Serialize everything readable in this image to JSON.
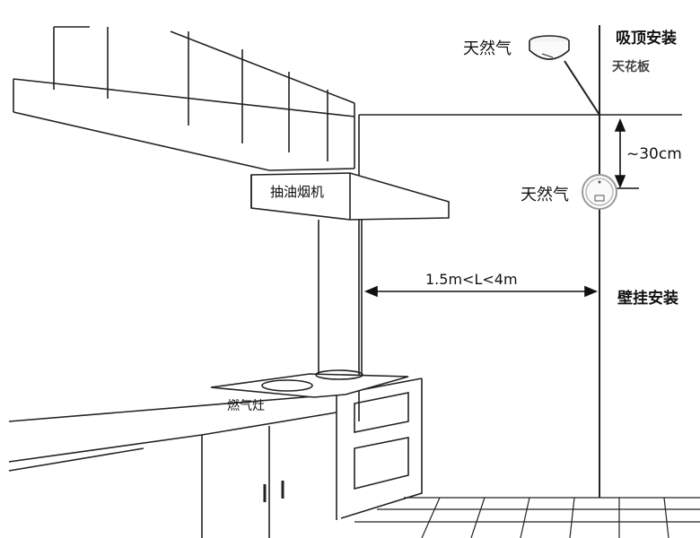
{
  "labels": {
    "ceiling_detector": "天然气",
    "ceiling_mount": "吸顶安装",
    "ceiling": "天花板",
    "distance_ceiling": "~30cm",
    "wall_detector": "天然气",
    "range_hood": "抽油烟机",
    "distance_range": "1.5m<L<4m",
    "wall_mount": "壁挂安装",
    "gas_stove": "燃气灶"
  },
  "icons": [
    "ceiling-gas-detector-icon",
    "wall-gas-detector-icon"
  ]
}
